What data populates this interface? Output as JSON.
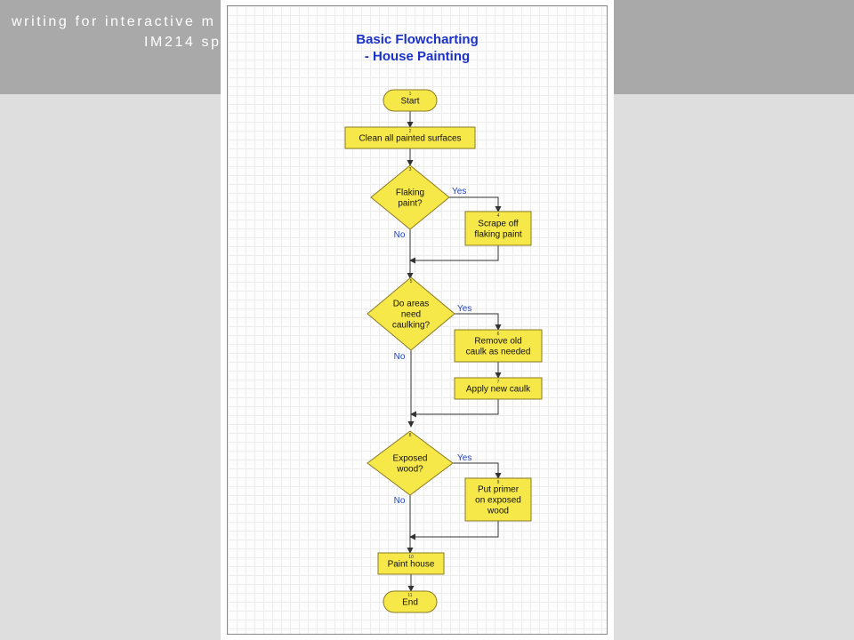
{
  "slide": {
    "title_line_1": "writing for interactive m",
    "title_line_2": "IM214 sp"
  },
  "document": {
    "title_line_1": "Basic Flowcharting",
    "title_line_2": "- House Painting"
  },
  "colors": {
    "node_fill": "#f7e84a",
    "node_stroke": "#8a7a24",
    "edge": "#333333",
    "edge_label": "#2244bb",
    "title": "#1a32c8"
  },
  "flowchart": {
    "nodes": [
      {
        "id": "start",
        "number": "1",
        "shape": "terminator",
        "lines": [
          "Start"
        ]
      },
      {
        "id": "clean",
        "number": "2",
        "shape": "process",
        "lines": [
          "Clean all painted surfaces"
        ]
      },
      {
        "id": "flaking",
        "number": "3",
        "shape": "decision",
        "lines": [
          "Flaking",
          "paint?"
        ]
      },
      {
        "id": "scrape",
        "number": "4",
        "shape": "process",
        "lines": [
          "Scrape off",
          "flaking paint"
        ]
      },
      {
        "id": "caulking",
        "number": "5",
        "shape": "decision",
        "lines": [
          "Do areas",
          "need",
          "caulking?"
        ]
      },
      {
        "id": "remove-caulk",
        "number": "6",
        "shape": "process",
        "lines": [
          "Remove old",
          "caulk as needed"
        ]
      },
      {
        "id": "apply-caulk",
        "number": "7",
        "shape": "process",
        "lines": [
          "Apply new caulk"
        ]
      },
      {
        "id": "exposed",
        "number": "8",
        "shape": "decision",
        "lines": [
          "Exposed",
          "wood?"
        ]
      },
      {
        "id": "primer",
        "number": "9",
        "shape": "process",
        "lines": [
          "Put primer",
          "on exposed",
          "wood"
        ]
      },
      {
        "id": "paint",
        "number": "10",
        "shape": "process",
        "lines": [
          "Paint house"
        ]
      },
      {
        "id": "end",
        "number": "11",
        "shape": "terminator",
        "lines": [
          "End"
        ]
      }
    ],
    "edge_labels": {
      "flaking_yes": "Yes",
      "flaking_no": "No",
      "caulking_yes": "Yes",
      "caulking_no": "No",
      "exposed_yes": "Yes",
      "exposed_no": "No"
    }
  }
}
